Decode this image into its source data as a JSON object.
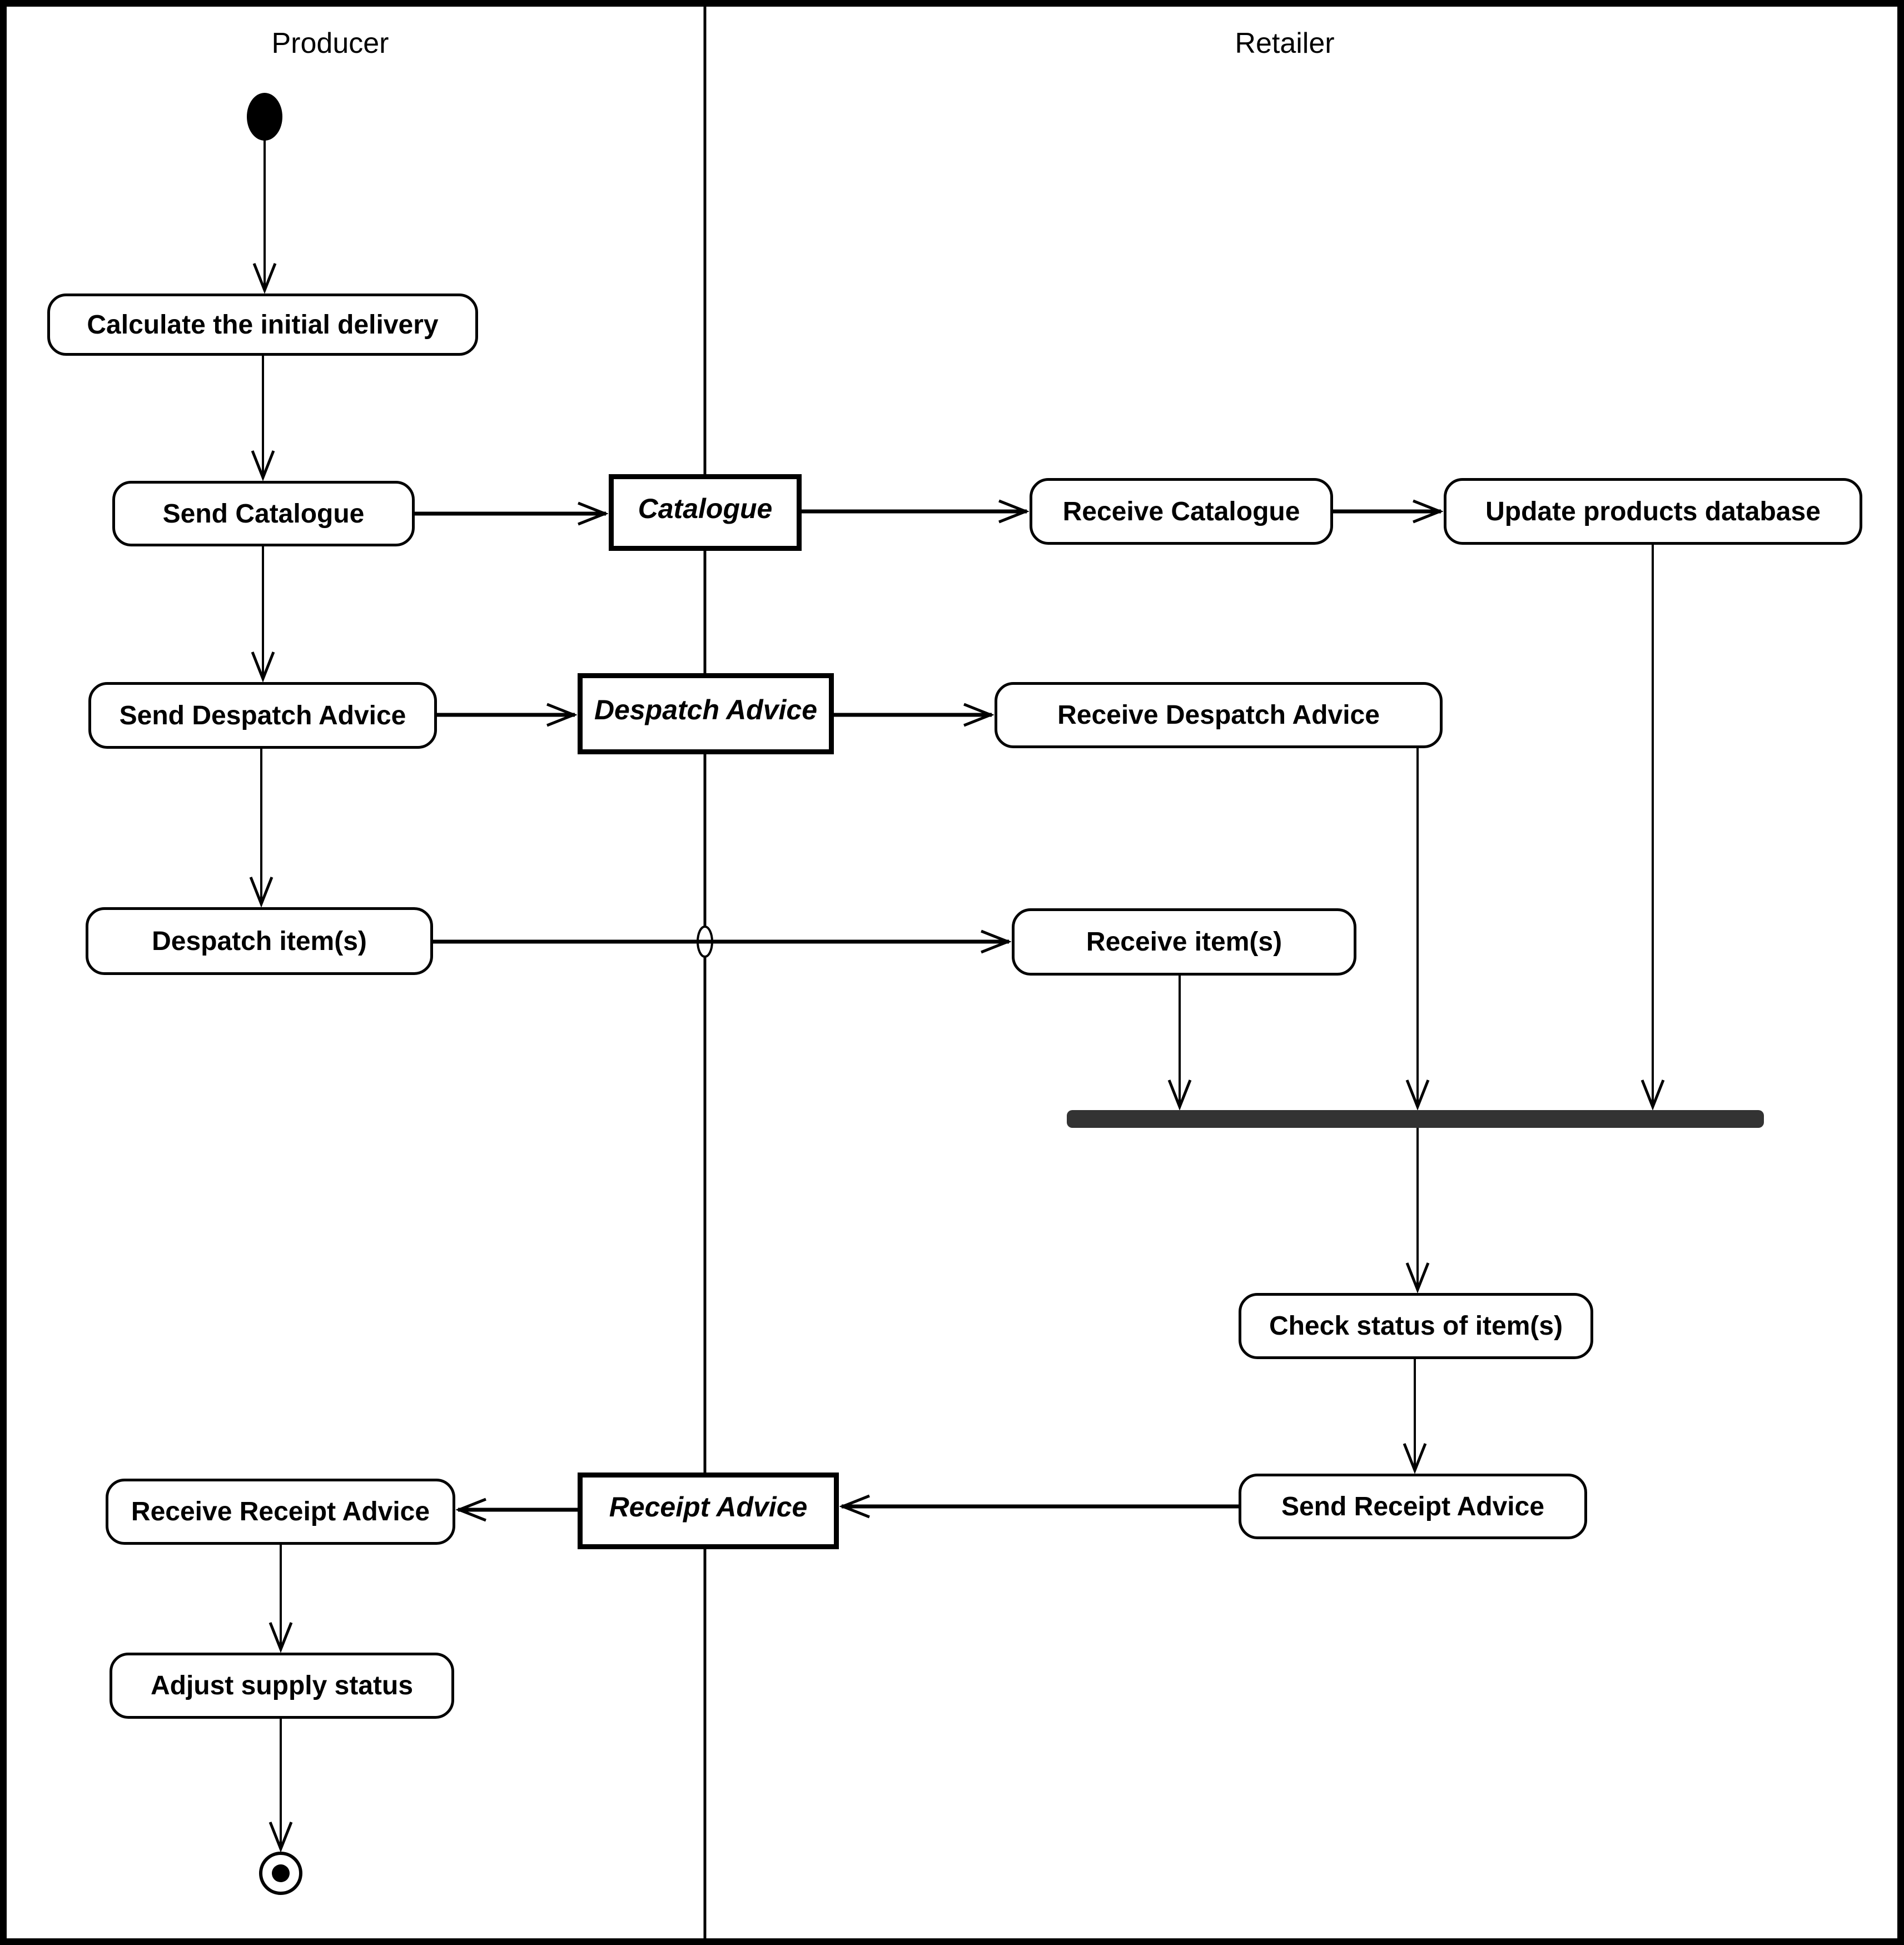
{
  "lanes": {
    "producer": "Producer",
    "retailer": "Retailer"
  },
  "actions": {
    "calculate_initial_delivery": "Calculate the initial delivery",
    "send_catalogue": "Send Catalogue",
    "receive_catalogue": "Receive Catalogue",
    "update_products_database": "Update products database",
    "send_despatch_advice": "Send Despatch Advice",
    "receive_despatch_advice": "Receive Despatch Advice",
    "despatch_items": "Despatch item(s)",
    "receive_items": "Receive item(s)",
    "check_status_of_items": "Check status of item(s)",
    "send_receipt_advice": "Send Receipt Advice",
    "receive_receipt_advice": "Receive Receipt Advice",
    "adjust_supply_status": "Adjust supply status"
  },
  "objects": {
    "catalogue": "Catalogue",
    "despatch_advice": "Despatch Advice",
    "receipt_advice": "Receipt Advice"
  },
  "symbols": {
    "initial_node": "filled-circle",
    "final_node": "bullseye-circle",
    "join_bar": "solid-horizontal-bar",
    "line_hop": "small-arc-over-lane-divider"
  },
  "colors": {
    "line": "#000000",
    "background": "#ffffff",
    "join_bar": "#333333"
  }
}
